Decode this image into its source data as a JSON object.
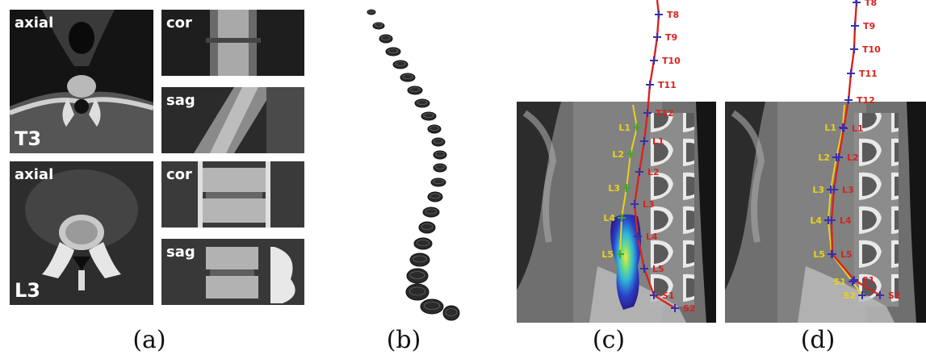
{
  "panel_a": {
    "tiles": [
      {
        "label": "axial"
      },
      {
        "label": "cor"
      },
      {
        "label": "sag"
      },
      {
        "label": "axial"
      },
      {
        "label": "cor"
      },
      {
        "label": "sag"
      }
    ],
    "level_top": "T3",
    "level_bottom": "L3"
  },
  "panel_c": {
    "red_labels": [
      "T8",
      "T9",
      "T10",
      "T11",
      "T12",
      "L1",
      "L2",
      "L3",
      "L4",
      "L5",
      "S1",
      "S2"
    ],
    "yellow_labels": [
      "L1",
      "L2",
      "L3",
      "L4",
      "L5"
    ]
  },
  "panel_d": {
    "red_labels": [
      "T8",
      "T9",
      "T10",
      "T11",
      "T12",
      "L1",
      "L2",
      "L3",
      "L4",
      "L5",
      "S1",
      "S2"
    ],
    "yellow_labels": [
      "L1",
      "L2",
      "L3",
      "L4",
      "L5",
      "S1",
      "S2"
    ]
  },
  "captions": [
    "(a)",
    "(b)",
    "(c)",
    "(d)"
  ],
  "colors": {
    "centerline": "#d8231e",
    "estimate": "#e8d21a",
    "marker": "#3b2fa8",
    "marker_alt": "#49a81c"
  }
}
